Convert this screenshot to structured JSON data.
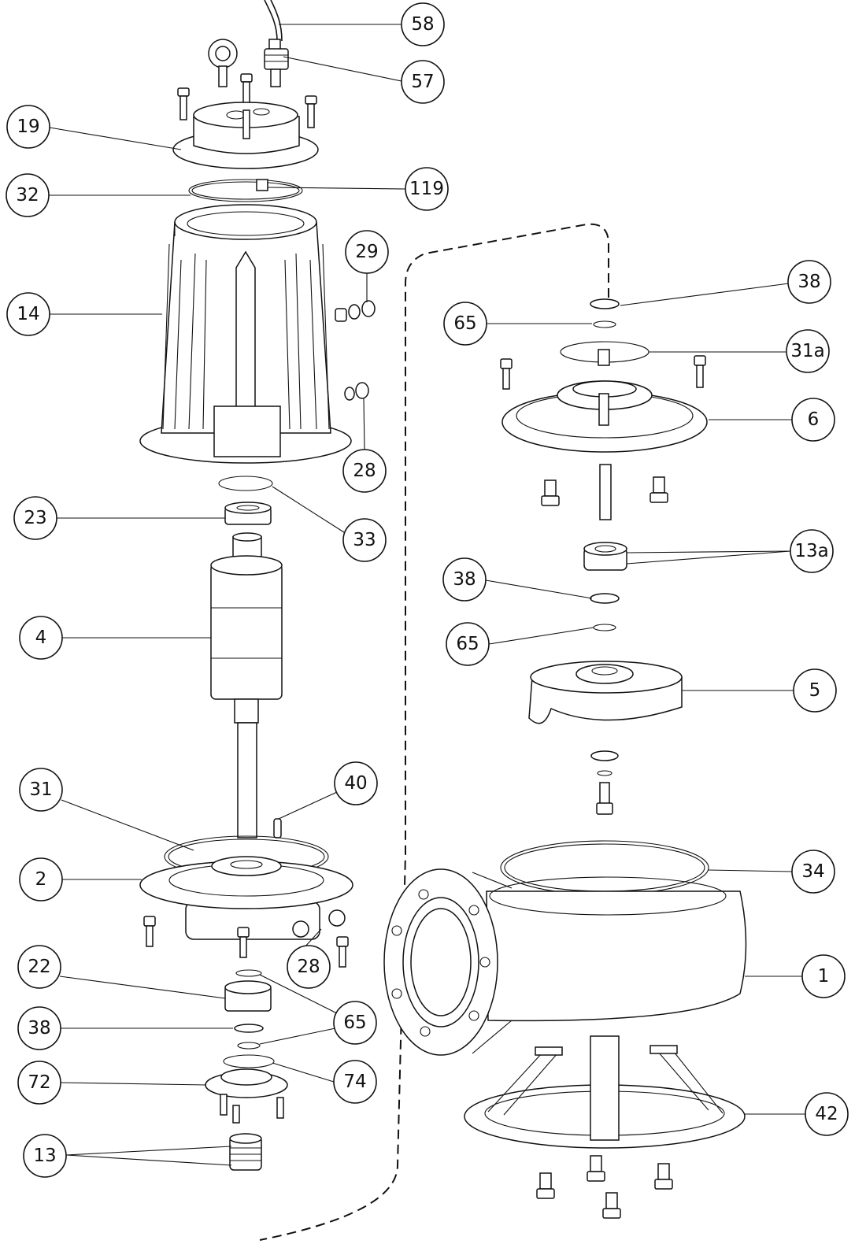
{
  "diagram": {
    "callouts": [
      {
        "label": "58"
      },
      {
        "label": "57"
      },
      {
        "label": "19"
      },
      {
        "label": "32"
      },
      {
        "label": "119"
      },
      {
        "label": "14"
      },
      {
        "label": "29"
      },
      {
        "label": "28"
      },
      {
        "label": "23"
      },
      {
        "label": "33"
      },
      {
        "label": "4"
      },
      {
        "label": "31"
      },
      {
        "label": "40"
      },
      {
        "label": "2"
      },
      {
        "label": "28"
      },
      {
        "label": "22"
      },
      {
        "label": "65"
      },
      {
        "label": "38"
      },
      {
        "label": "72"
      },
      {
        "label": "74"
      },
      {
        "label": "13"
      },
      {
        "label": "38"
      },
      {
        "label": "65"
      },
      {
        "label": "31a"
      },
      {
        "label": "6"
      },
      {
        "label": "13a"
      },
      {
        "label": "38"
      },
      {
        "label": "65"
      },
      {
        "label": "5"
      },
      {
        "label": "34"
      },
      {
        "label": "1"
      },
      {
        "label": "42"
      }
    ]
  }
}
